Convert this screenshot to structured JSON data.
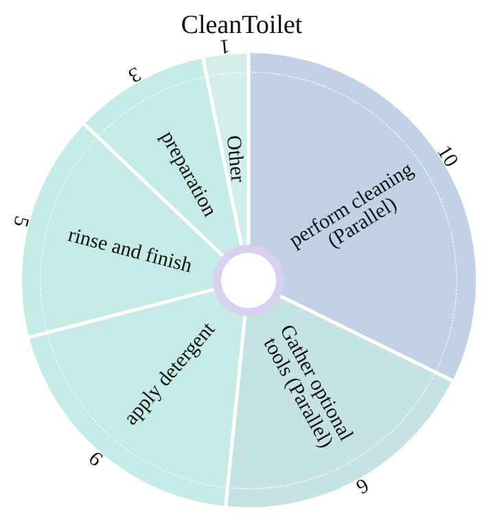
{
  "chart_data": {
    "type": "pie",
    "title": "CleanToilet",
    "slices": [
      {
        "label": "perform cleaning (Parallel)",
        "value": 10,
        "color": "#c3d1e7"
      },
      {
        "label": "Gather optional tools (Parallel)",
        "value": 6,
        "color": "#c6e3e3"
      },
      {
        "label": "apply detergent",
        "value": 6,
        "color": "#c6eae6"
      },
      {
        "label": "rinse and finish",
        "value": 5,
        "color": "#c6eae6"
      },
      {
        "label": "preparation",
        "value": 3,
        "color": "#c6eae6"
      },
      {
        "label": "Other",
        "value": 1,
        "color": "#d3edea"
      }
    ],
    "center_ring_color": "#d8d0f0"
  }
}
